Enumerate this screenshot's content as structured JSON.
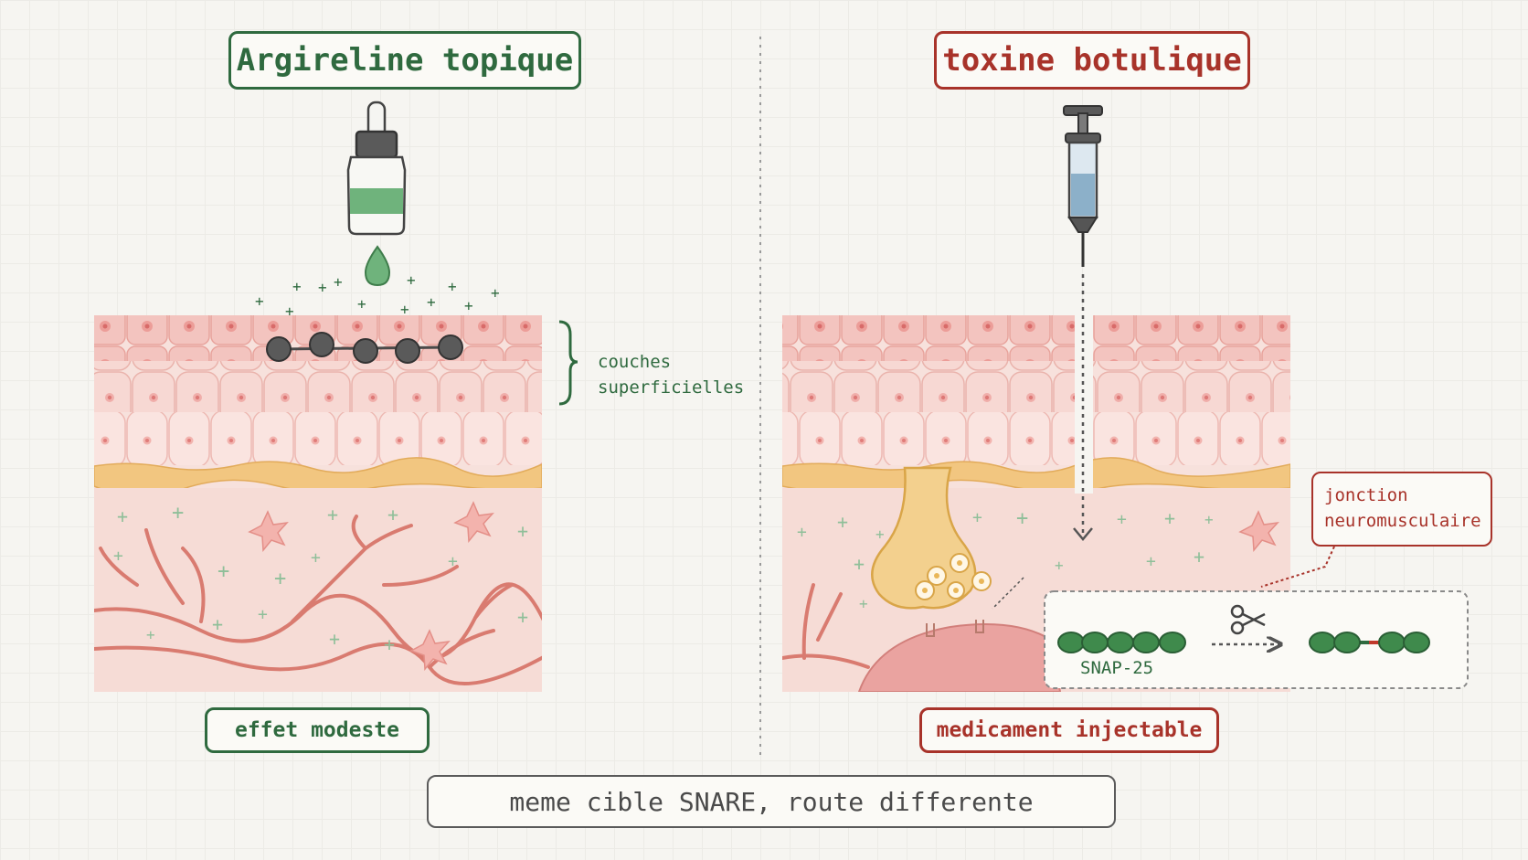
{
  "left_panel": {
    "title": "Argireline topique",
    "layer_note": [
      "couches",
      "superficielles"
    ],
    "caption": "effet modeste"
  },
  "right_panel": {
    "title": "toxine botulique",
    "junction_note": [
      "jonction",
      "neuromusculaire"
    ],
    "protein_label": "SNAP-25",
    "caption": "medicament injectable"
  },
  "bottom_banner": "meme  cible SNARE, route differente",
  "icons": [
    "dropper-bottle-icon",
    "syringe-icon",
    "scissors-icon",
    "peptide-chain-icon",
    "nerve-terminal-icon"
  ],
  "colors": {
    "green": "#2f6a3f",
    "red": "#a8332a",
    "epidermis": "#f0bdb8",
    "basement": "#f2c97e",
    "dermis": "#f6dcd6",
    "vessel": "#d97b70",
    "peptide": "#4a4a4a",
    "snap_bead": "#3f8a4c"
  }
}
